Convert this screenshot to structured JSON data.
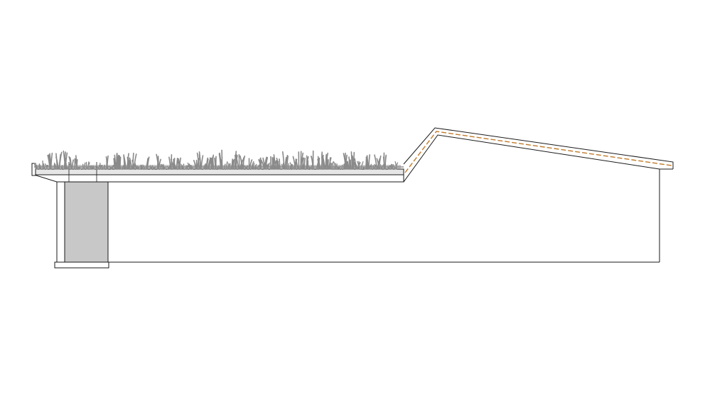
{
  "drawing": {
    "kind": "architectural-section",
    "text": [],
    "colors": {
      "background": "#ffffff",
      "line": "#1a1a1a",
      "column_fill": "#c8c8c8",
      "planting": "#8a8a8a",
      "roof_trim": "#c07a2a",
      "slab_top": "#e6e6e6"
    },
    "elements": [
      "green-roof-planting",
      "flat-roof-slab",
      "roof-edge-fascia",
      "sloped-roof",
      "sloped-roof-membrane",
      "support-column",
      "column-footing",
      "wall-outline"
    ]
  }
}
